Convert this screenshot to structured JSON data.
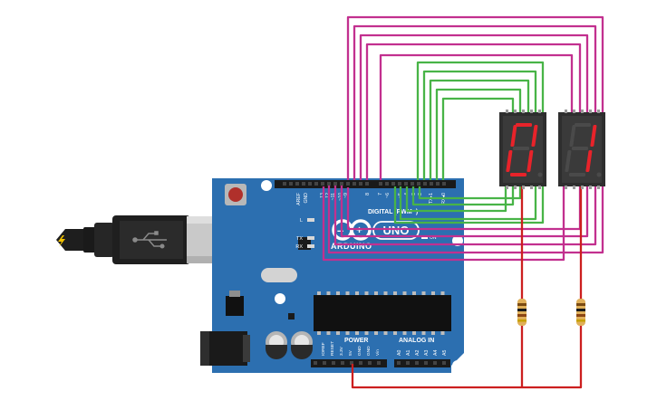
{
  "board": {
    "brand": "ARDUINO",
    "model": "UNO",
    "digital_label": "DIGITAL (PWM~)",
    "power_label": "POWER",
    "analog_label": "ANALOG IN",
    "on_label": "ON",
    "led_labels": [
      "L",
      "TX",
      "RX"
    ],
    "top_pin_labels": [
      "AREF",
      "GND",
      "13",
      "12",
      "~11",
      "~10",
      "~9",
      "8",
      "7",
      "~6",
      "~5",
      "4",
      "~3",
      "2",
      "TX▸1",
      "RX◂0"
    ],
    "power_pin_labels": [
      "IOREF",
      "RESET",
      "3.3V",
      "5V",
      "GND",
      "GND",
      "Vin"
    ],
    "analog_pin_labels": [
      "A0",
      "A1",
      "A2",
      "A3",
      "A4",
      "A5"
    ]
  },
  "displays": [
    {
      "digit": "0"
    },
    {
      "digit": "1"
    }
  ],
  "colors": {
    "board": "#2c6fb0",
    "wire_magenta": "#c2308f",
    "wire_green": "#48b447",
    "wire_red": "#cc1f1f",
    "segment_on": "#e8232a",
    "segment_off": "#4a4a4a",
    "display_body": "#2e2e2e"
  }
}
